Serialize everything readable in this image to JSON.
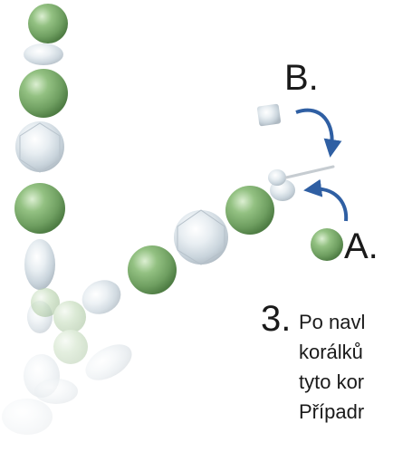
{
  "labels": {
    "b": "B.",
    "a": "A."
  },
  "step": {
    "number": "3.",
    "lines": [
      "Po navl",
      "korálků",
      "tyto kor",
      "Případr"
    ]
  },
  "colors": {
    "pearl_green": "#7fae70",
    "crystal": "#dfe6e8",
    "arrow_blue": "#2f5fa3"
  }
}
